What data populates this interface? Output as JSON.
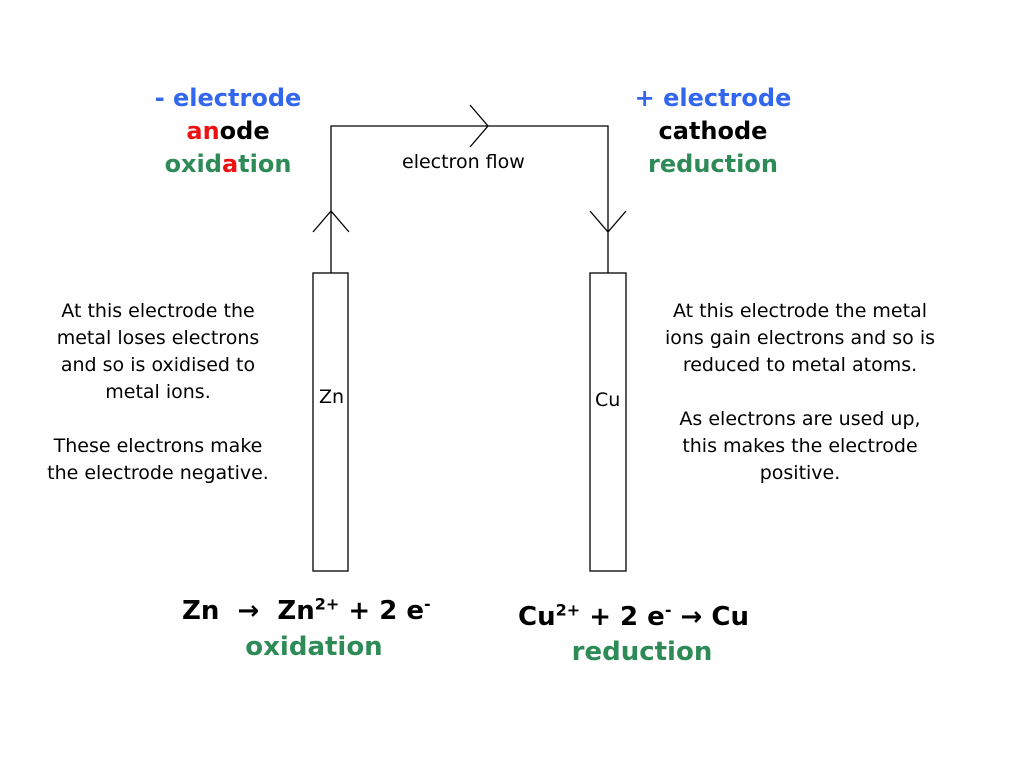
{
  "left_header": {
    "line1": "- electrode",
    "anode_a": "an",
    "anode_b": "ode",
    "oxid_a": "oxid",
    "oxid_b": "a",
    "oxid_c": "tion"
  },
  "right_header": {
    "line1": "+ electrode",
    "line2": "cathode",
    "line3": "reduction"
  },
  "wire_label": "electron flow",
  "electrodes": {
    "left": "Zn",
    "right": "Cu"
  },
  "left_text": {
    "p1": "At this electrode the metal loses electrons and so is oxidised to metal ions.",
    "p2": "These electrons make the electrode negative."
  },
  "right_text": {
    "p1": "At this electrode the metal ions gain electrons and so is reduced to metal atoms.",
    "p2": "As electrons are used up, this makes the electrode positive."
  },
  "left_equation": {
    "reactant": "Zn",
    "arrow": "→",
    "product": "Zn",
    "product_charge": "2+",
    "plus": "+ 2 e",
    "electron_charge": "-",
    "label": "oxidation"
  },
  "right_equation": {
    "reactant": "Cu",
    "reactant_charge": "2+",
    "plus": "+ 2 e",
    "electron_charge": "-",
    "arrow": "→",
    "product": "Cu",
    "label": "reduction"
  },
  "colors": {
    "electrode_label": "#3366ee",
    "process": "#2e8b57",
    "highlight": "#ee1111"
  }
}
